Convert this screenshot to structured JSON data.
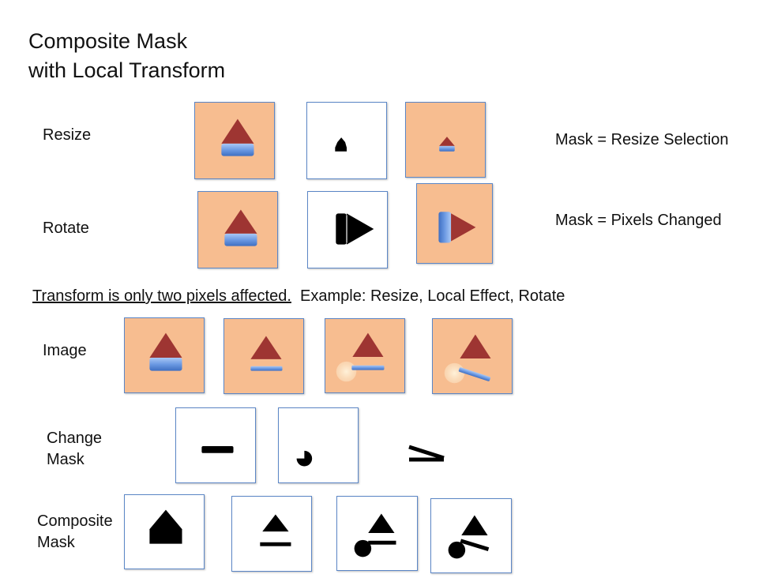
{
  "title": {
    "line1": "Composite Mask",
    "line2": "with Local Transform"
  },
  "rows": {
    "resize": "Resize",
    "rotate": "Rotate",
    "image": "Image",
    "change_mask_1": "Change",
    "change_mask_2": "Mask",
    "composite_mask_1": "Composite",
    "composite_mask_2": "Mask"
  },
  "notes": {
    "resize": "Mask = Resize Selection",
    "rotate": "Mask = Pixels Changed"
  },
  "example": {
    "underlined": "Transform is only two pixels affected.",
    "rest": "Example: Resize, Local Effect, Rotate"
  },
  "colors": {
    "peach": "#f7bd90",
    "triangle": "#9e3532",
    "bar": "#6c9ae3",
    "frame": "#5b86c6",
    "mask": "#000000"
  }
}
